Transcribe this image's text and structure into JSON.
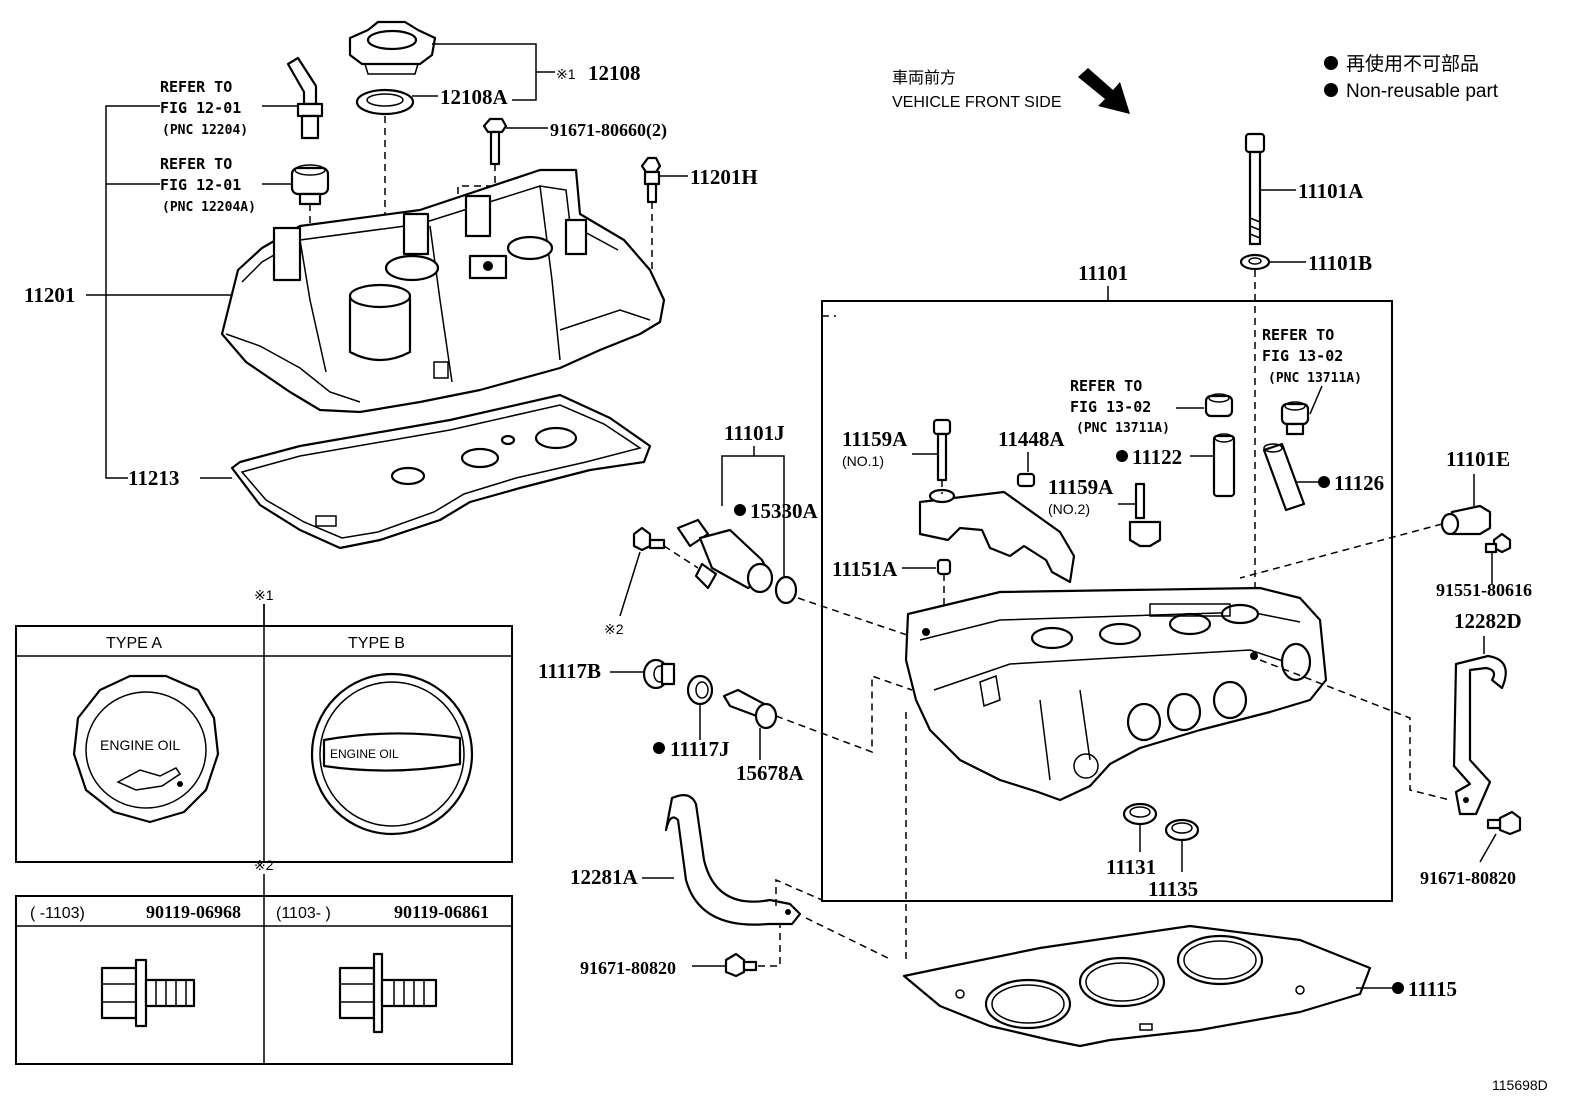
{
  "legend": {
    "non_reusable_jp": "再使用不可部品",
    "non_reusable_en": "Non-reusable part"
  },
  "vehicle_front": {
    "jp": "車両前方",
    "en": "VEHICLE FRONT SIDE"
  },
  "refers": {
    "r1": {
      "line1": "REFER TO",
      "line2": "FIG 12-01",
      "pnc": "(PNC 12204)"
    },
    "r2": {
      "line1": "REFER TO",
      "line2": "FIG 12-01",
      "pnc": "(PNC 12204A)"
    },
    "r3": {
      "line1": "REFER TO",
      "line2": "FIG 13-02",
      "pnc": "(PNC 13711A)"
    },
    "r4": {
      "line1": "REFER TO",
      "line2": "FIG 13-02",
      "pnc": "(PNC 13711A)"
    }
  },
  "parts": {
    "p12108_mark": "※1",
    "p12108": "12108",
    "p12108A": "12108A",
    "p91671_80660": "91671-80660(2)",
    "p11201H": "11201H",
    "p11201": "11201",
    "p11213": "11213",
    "p11101A": "11101A",
    "p11101B": "11101B",
    "p11101": "11101",
    "p11101J": "11101J",
    "p15330A": "15330A",
    "p11159A_1": "11159A",
    "p11159A_1_sub": "(NO.1)",
    "p11448A": "11448A",
    "p11122": "11122",
    "p11126": "11126",
    "p11159A_2": "11159A",
    "p11159A_2_sub": "(NO.2)",
    "p11151A": "11151A",
    "p11101E": "11101E",
    "p91551_80616": "91551-80616",
    "p12282D": "12282D",
    "p11117B": "11117B",
    "p11117J": "11117J",
    "p15678A": "15678A",
    "p_mark2": "※2",
    "p11131": "11131",
    "p11135": "11135",
    "p12281A": "12281A",
    "p91671_80820_a": "91671-80820",
    "p91671_80820_b": "91671-80820",
    "p11115": "11115"
  },
  "type_table": {
    "mark": "※1",
    "type_a": "TYPE A",
    "type_b": "TYPE B",
    "cap_a_text": "ENGINE OIL",
    "cap_b_text": "ENGINE OIL"
  },
  "bolt_table": {
    "mark": "※2",
    "col1_range": "(      -1103)",
    "col1_part": "90119-06968",
    "col2_range": "(1103-       )",
    "col2_part": "90119-06861"
  },
  "figure_id": "115698D"
}
